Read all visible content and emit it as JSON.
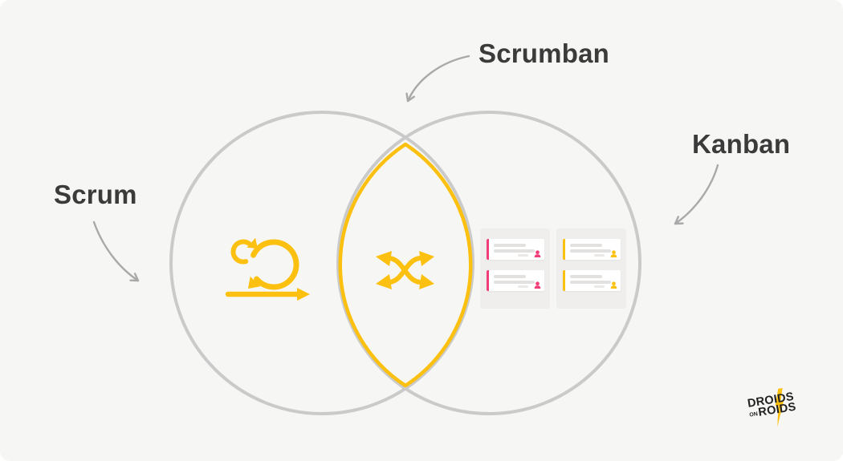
{
  "colors": {
    "stage_bg": "#f6f6f4",
    "circle_stroke": "#cacaca",
    "accent_yellow": "#fcc011",
    "accent_pink": "#f23d78",
    "arrow_gray": "#a9a9a9",
    "label_text": "#3b3b3b",
    "column_bg": "#efeeec",
    "card_bg": "#ffffff",
    "card_line": "#e2e1e0",
    "card_line_light": "#eae9e8",
    "logo_text": "#222222"
  },
  "diagram": {
    "type": "venn",
    "labels": {
      "left_circle": "Scrum",
      "intersection": "Scrumban",
      "right_circle": "Kanban"
    },
    "icons": {
      "left_circle": "sprint-loop-icon",
      "intersection": "shuffle-arrows-icon",
      "right_circle": "kanban-board-cards"
    }
  },
  "kanban_board": {
    "columns": [
      {
        "name": "left-column",
        "accent": "#f23d78",
        "card_count": 2
      },
      {
        "name": "right-column",
        "accent": "#fcc011",
        "card_count": 2
      }
    ]
  },
  "logo": {
    "line1": "DROIDS",
    "line2_small": "ON",
    "line2": "ROIDS"
  }
}
